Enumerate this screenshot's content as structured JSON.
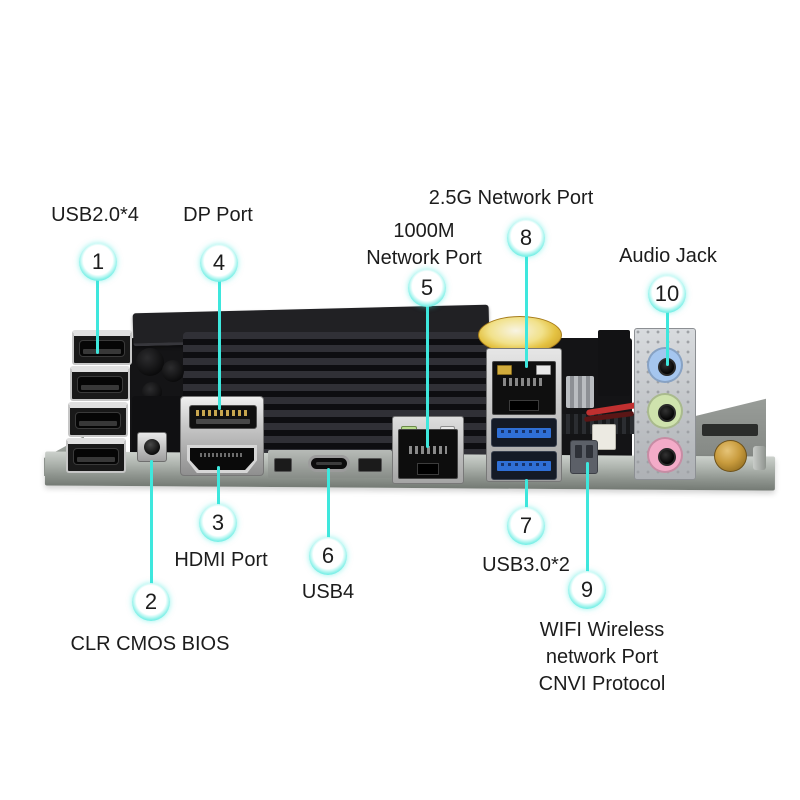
{
  "page": {
    "description": "Motherboard rear I/O ports annotated diagram"
  },
  "colors": {
    "accent": "#3ee7dd",
    "text": "#1c1c1c",
    "jack-blue": "#a5c6ef",
    "jack-green": "#cfe3ad",
    "jack-pink": "#f3abc8",
    "usb3-blue": "#2f6fd6",
    "battery-yellow": "#e8c53c",
    "gold": "#c09136"
  },
  "callouts": [
    {
      "number": "1",
      "label": "USB2.0*4"
    },
    {
      "number": "2",
      "label": "CLR CMOS BIOS"
    },
    {
      "number": "3",
      "label": "HDMI Port"
    },
    {
      "number": "4",
      "label": "DP Port"
    },
    {
      "number": "5",
      "label": "1000M\nNetwork Port"
    },
    {
      "number": "6",
      "label": "USB4"
    },
    {
      "number": "7",
      "label": "USB3.0*2"
    },
    {
      "number": "8",
      "label": "2.5G Network Port"
    },
    {
      "number": "9",
      "label": "WIFI Wireless network Port\nCNVI Protocol"
    },
    {
      "number": "10",
      "label": "Audio Jack"
    }
  ]
}
